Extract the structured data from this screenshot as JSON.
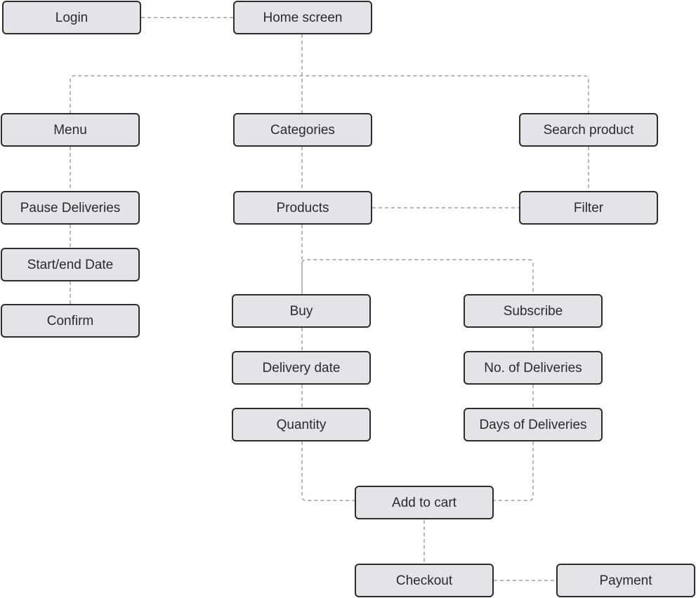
{
  "diagram": {
    "nodes": {
      "login": "Login",
      "home": "Home screen",
      "menu": "Menu",
      "categories": "Categories",
      "search": "Search product",
      "pause": "Pause Deliveries",
      "products": "Products",
      "filter": "Filter",
      "startend": "Start/end Date",
      "confirm": "Confirm",
      "buy": "Buy",
      "subscribe": "Subscribe",
      "delivery_date": "Delivery date",
      "num_deliveries": "No. of Deliveries",
      "quantity": "Quantity",
      "days_deliveries": "Days of Deliveries",
      "add_to_cart": "Add to cart",
      "checkout": "Checkout",
      "payment": "Payment"
    },
    "edges": [
      [
        "login",
        "home"
      ],
      [
        "home",
        "menu"
      ],
      [
        "home",
        "categories"
      ],
      [
        "home",
        "search"
      ],
      [
        "menu",
        "pause"
      ],
      [
        "pause",
        "startend"
      ],
      [
        "startend",
        "confirm"
      ],
      [
        "categories",
        "products"
      ],
      [
        "search",
        "filter"
      ],
      [
        "products",
        "filter"
      ],
      [
        "products",
        "buy"
      ],
      [
        "products",
        "subscribe"
      ],
      [
        "buy",
        "delivery_date"
      ],
      [
        "delivery_date",
        "quantity"
      ],
      [
        "subscribe",
        "num_deliveries"
      ],
      [
        "num_deliveries",
        "days_deliveries"
      ],
      [
        "quantity",
        "add_to_cart"
      ],
      [
        "days_deliveries",
        "add_to_cart"
      ],
      [
        "add_to_cart",
        "checkout"
      ],
      [
        "checkout",
        "payment"
      ]
    ],
    "line_color": "#8a8a8e",
    "node_fill": "#e3e4e8",
    "node_border": "#2d2d30"
  }
}
